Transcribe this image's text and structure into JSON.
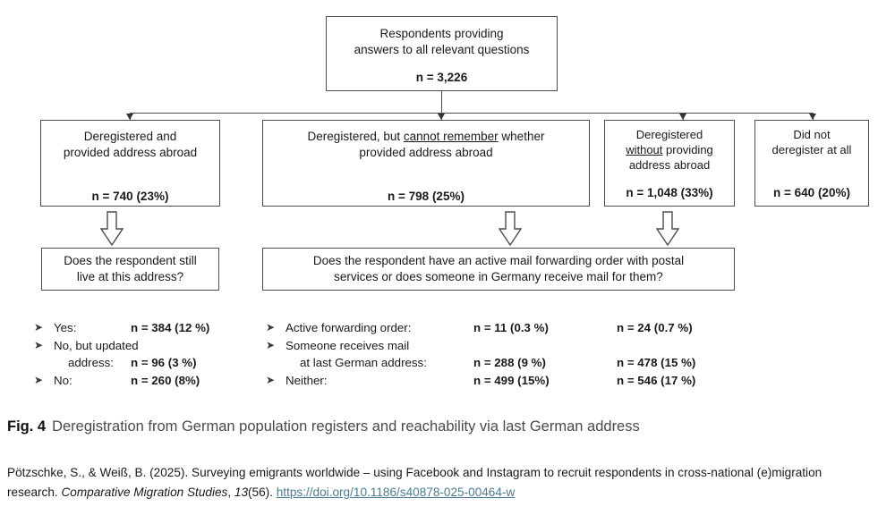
{
  "figure": {
    "caption_number": "Fig. 4",
    "caption_text": "Deregistration from German population registers and reachability via last German address"
  },
  "flow": {
    "root": {
      "title_line1": "Respondents providing",
      "title_line2": "answers to all relevant questions",
      "n": "n = 3,226"
    },
    "branches": [
      {
        "id": "deregistered-with-address",
        "line1": "Deregistered and",
        "line2": "provided address abroad",
        "n": "n = 740 (23%)"
      },
      {
        "id": "deregistered-cannot-remember",
        "line1_a": "Deregistered, but ",
        "line1_underlined": "cannot remember",
        "line1_b": " whether",
        "line2": "provided address abroad",
        "n": "n = 798 (25%)"
      },
      {
        "id": "deregistered-without-address",
        "line1": "Deregistered",
        "line2_underlined": "without",
        "line2_rest": " providing",
        "line3": "address abroad",
        "n": "n = 1,048 (33%)"
      },
      {
        "id": "did-not-deregister",
        "line1": "Did not",
        "line2": "deregister at all",
        "n": "n = 640 (20%)"
      }
    ],
    "questions": [
      {
        "id": "still-live-at-address",
        "line1": "Does the respondent still",
        "line2": "live at this address?"
      },
      {
        "id": "mail-forwarding",
        "line1": "Does the respondent have an active mail forwarding order with postal",
        "line2": "services or does someone in Germany receive mail for them?"
      }
    ]
  },
  "results_left": {
    "rows": [
      {
        "label": "Yes:",
        "value": "n = 384 (12 %)",
        "bullet": true,
        "indent": false
      },
      {
        "label": "No, but updated",
        "value": "",
        "bullet": true,
        "indent": false
      },
      {
        "label": "address:",
        "value": "n = 96 (3 %)",
        "bullet": false,
        "indent": true
      },
      {
        "label": "No:",
        "value": "n = 260 (8%)",
        "bullet": true,
        "indent": false
      }
    ]
  },
  "results_right": {
    "rows": [
      {
        "label": "Active forwarding order:",
        "value1": "n = 11 (0.3 %)",
        "value2": "n = 24 (0.7 %)",
        "bullet": true,
        "indent": false
      },
      {
        "label": "Someone receives mail",
        "value1": "",
        "value2": "",
        "bullet": true,
        "indent": false
      },
      {
        "label": "at last German address:",
        "value1": "n = 288 (9 %)",
        "value2": "n = 478 (15 %)",
        "bullet": false,
        "indent": true
      },
      {
        "label": "Neither:",
        "value1": "n = 499 (15%)",
        "value2": "n = 546 (17 %)",
        "bullet": true,
        "indent": false
      }
    ]
  },
  "citation": {
    "part1": "Pötzschke, S., & Weiß, B. (2025). Surveying emigrants worldwide – using Facebook and Instagram to recruit respondents in cross-",
    "part2": "national (e)migration research. ",
    "journal": "Comparative Migration Studies",
    "part3": ", ",
    "volume": "13",
    "issue": "(56). ",
    "doi": "https://doi.org/10.1186/s40878-025-00464-w"
  },
  "chart_data": {
    "type": "diagram",
    "title": "Deregistration from German population registers and reachability via last German address",
    "total": 3226,
    "nodes": [
      {
        "label": "Respondents providing answers to all relevant questions",
        "n": 3226,
        "pct": null
      },
      {
        "label": "Deregistered and provided address abroad",
        "n": 740,
        "pct": 23
      },
      {
        "label": "Deregistered, but cannot remember whether provided address abroad",
        "n": 798,
        "pct": 25
      },
      {
        "label": "Deregistered without providing address abroad",
        "n": 1048,
        "pct": 33
      },
      {
        "label": "Did not deregister at all",
        "n": 640,
        "pct": 20
      }
    ],
    "outcomes": [
      {
        "question": "Does the respondent still live at this address?",
        "answers": [
          {
            "label": "Yes",
            "n": 384,
            "pct": 12
          },
          {
            "label": "No, but updated address",
            "n": 96,
            "pct": 3
          },
          {
            "label": "No",
            "n": 260,
            "pct": 8
          }
        ]
      },
      {
        "question": "Does the respondent have an active mail forwarding order with postal services or does someone in Germany receive mail for them?",
        "answers": [
          {
            "label": "Active forwarding order",
            "col1_n": 11,
            "col1_pct": 0.3,
            "col2_n": 24,
            "col2_pct": 0.7
          },
          {
            "label": "Someone receives mail at last German address",
            "col1_n": 288,
            "col1_pct": 9,
            "col2_n": 478,
            "col2_pct": 15
          },
          {
            "label": "Neither",
            "col1_n": 499,
            "col1_pct": 15,
            "col2_n": 546,
            "col2_pct": 17
          }
        ]
      }
    ]
  }
}
